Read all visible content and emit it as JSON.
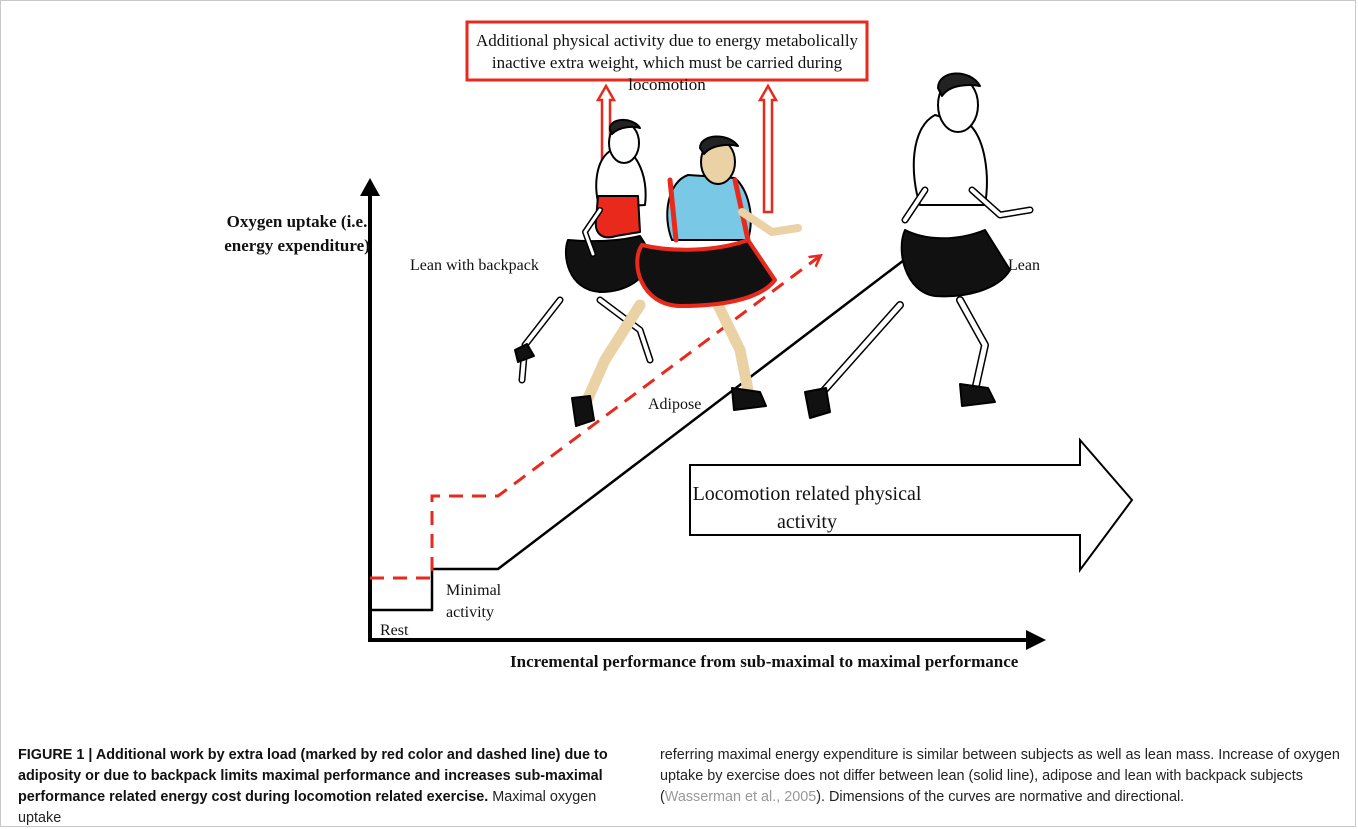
{
  "diagram": {
    "callout": "Additional physical activity due to energy metabolically inactive extra weight, which must be carried during locomotion",
    "y_axis_label": "Oxygen uptake (i.e. energy expenditure)",
    "x_axis_label": "Incremental performance from sub-maximal to maximal performance",
    "arrow_label": "Locomotion related physical activity",
    "labels": {
      "lean_backpack": "Lean with backpack",
      "lean": "Lean",
      "adipose": "Adipose",
      "minimal": "Minimal activity",
      "rest": "Rest"
    },
    "colors": {
      "extra_load": "#e8291c",
      "shirt": "#79c8e6",
      "skin": "#ead2a4",
      "line": "#000000"
    }
  },
  "caption": {
    "bold": "FIGURE 1 | Additional work by extra load (marked by red color and dashed line) due to adiposity or due to backpack limits maximal performance and increases sub-maximal performance related energy cost during locomotion related exercise.",
    "text_left": "Maximal oxygen uptake",
    "text_right": "referring maximal energy expenditure is similar between subjects as well as lean mass. Increase of oxygen uptake by exercise does not differ between lean (solid line), adipose and lean with backpack subjects (",
    "citation": "Wasserman et al., 2005",
    "text_end": "). Dimensions of the curves are normative and directional."
  }
}
